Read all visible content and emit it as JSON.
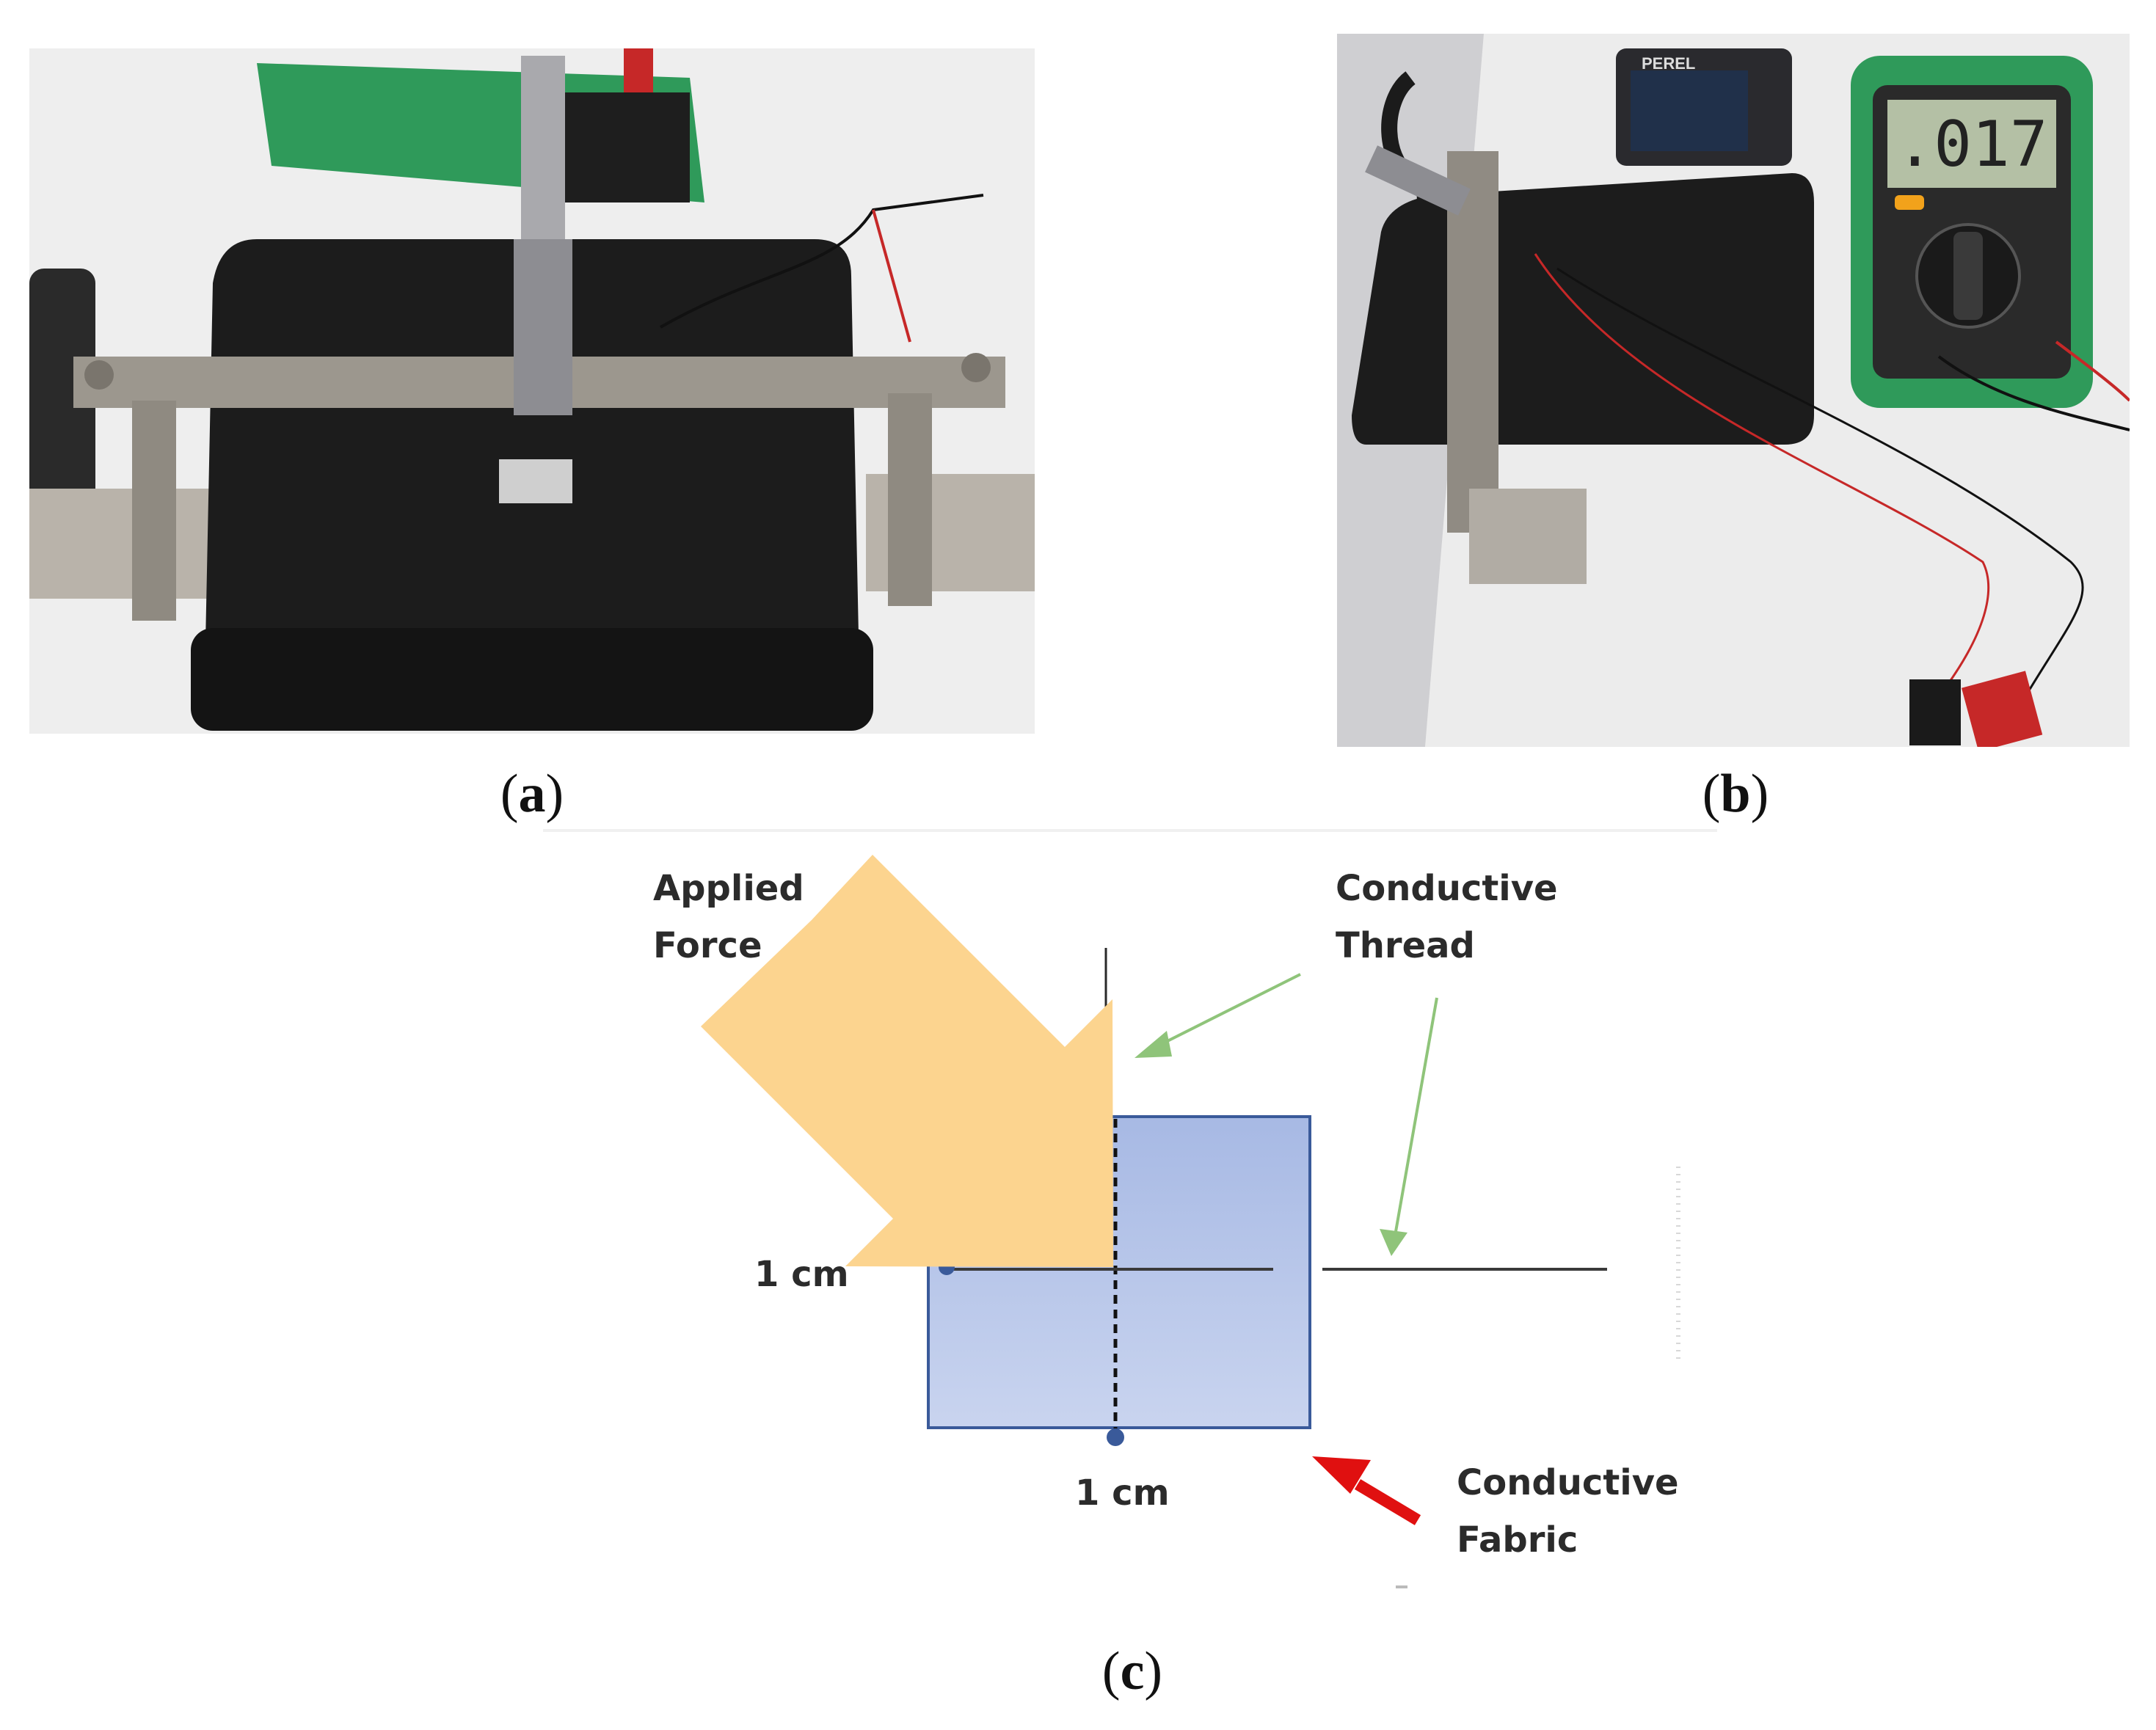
{
  "panels": {
    "a": {
      "caption_open": "(",
      "caption_letter": "a",
      "caption_close": ")"
    },
    "b": {
      "caption_open": "(",
      "caption_letter": "b",
      "caption_close": ")",
      "multimeter_display": ".017",
      "gauge_brand": "PEREL"
    },
    "c": {
      "caption_open": "(",
      "caption_letter": "c",
      "caption_close": ")"
    }
  },
  "diagram": {
    "applied_force_label": "Applied\nForce",
    "conductive_thread_label": "Conductive\nThread",
    "conductive_fabric_label": "Conductive\nFabric",
    "dimension_left": "1 cm",
    "dimension_bottom": "1 cm"
  },
  "colors": {
    "fabric_fill": "#aebfe6",
    "fabric_border": "#3a5a9a",
    "force_arrow": "#fcd48f",
    "thread_arrow": "#8fc47a",
    "fabric_arrow": "#e01010"
  }
}
